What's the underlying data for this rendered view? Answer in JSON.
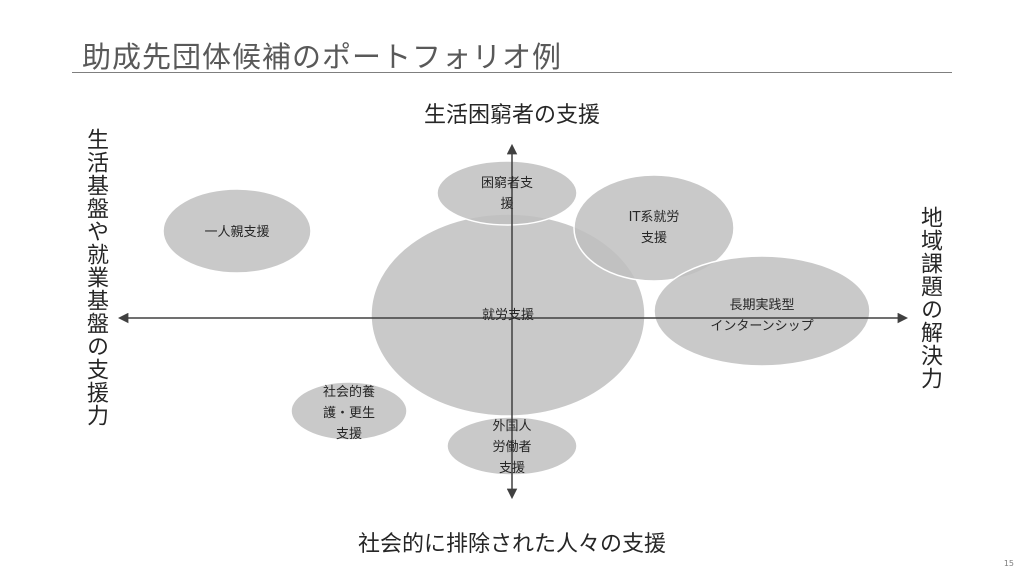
{
  "slide": {
    "title": "助成先団体候補のポートフォリオ例",
    "page_number": "15"
  },
  "axes": {
    "top": "生活困窮者の支援",
    "bottom": "社会的に排除された人々の支援",
    "left": "生活基盤や就業基盤の支援力",
    "right": "地域課題の解決力"
  },
  "colors": {
    "bubble_fill": "#bfbfbf",
    "bubble_stroke": "#ffffff",
    "axis_line": "#404040",
    "rule": "#7f7f7f"
  },
  "bubbles": [
    {
      "id": "shuro",
      "label": "就労支援"
    },
    {
      "id": "konkyu",
      "label": "困窮者支\n援"
    },
    {
      "id": "it",
      "label": "IT系就労\n支援"
    },
    {
      "id": "choki",
      "label": "長期実践型\nインターンシップ"
    },
    {
      "id": "hitorioya",
      "label": "一人親支援"
    },
    {
      "id": "shakai",
      "label": "社会的養\n護・更生\n支援"
    },
    {
      "id": "gaikoku",
      "label": "外国人\n労働者\n支援"
    }
  ]
}
